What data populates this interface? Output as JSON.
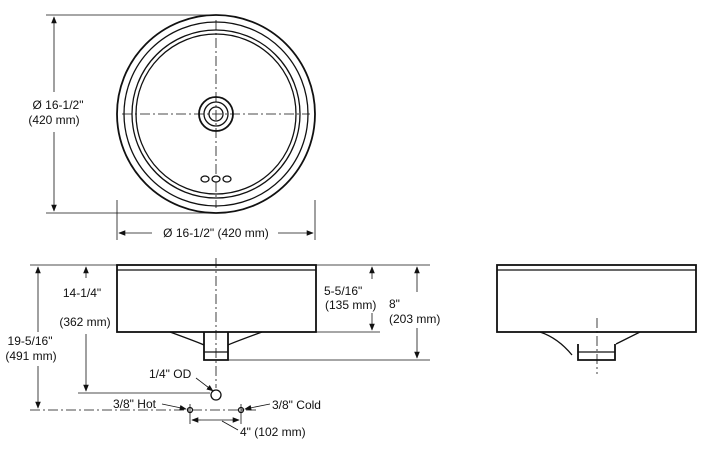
{
  "labels": {
    "top_dia_line1": "Ø 16-1/2\"",
    "top_dia_line2": "(420 mm)",
    "top_width": "Ø 16-1/2\" (420 mm)",
    "total_height_line1": "19-5/16\"",
    "total_height_line2": "(491 mm)",
    "drain_height_line1": "14-1/4\"",
    "drain_height_line2": "(362 mm)",
    "bowl_depth_line1": "5-5/16\"",
    "bowl_depth_line2": "(135 mm)",
    "overall_depth_line1": "8\"",
    "overall_depth_line2": "(203 mm)",
    "drain_od": "1/4\" OD",
    "hot_supply": "3/8\" Hot",
    "cold_supply": "3/8\" Cold",
    "supply_spacing": "4\" (102 mm)"
  },
  "colors": {
    "line": "#111111",
    "background": "#ffffff"
  }
}
